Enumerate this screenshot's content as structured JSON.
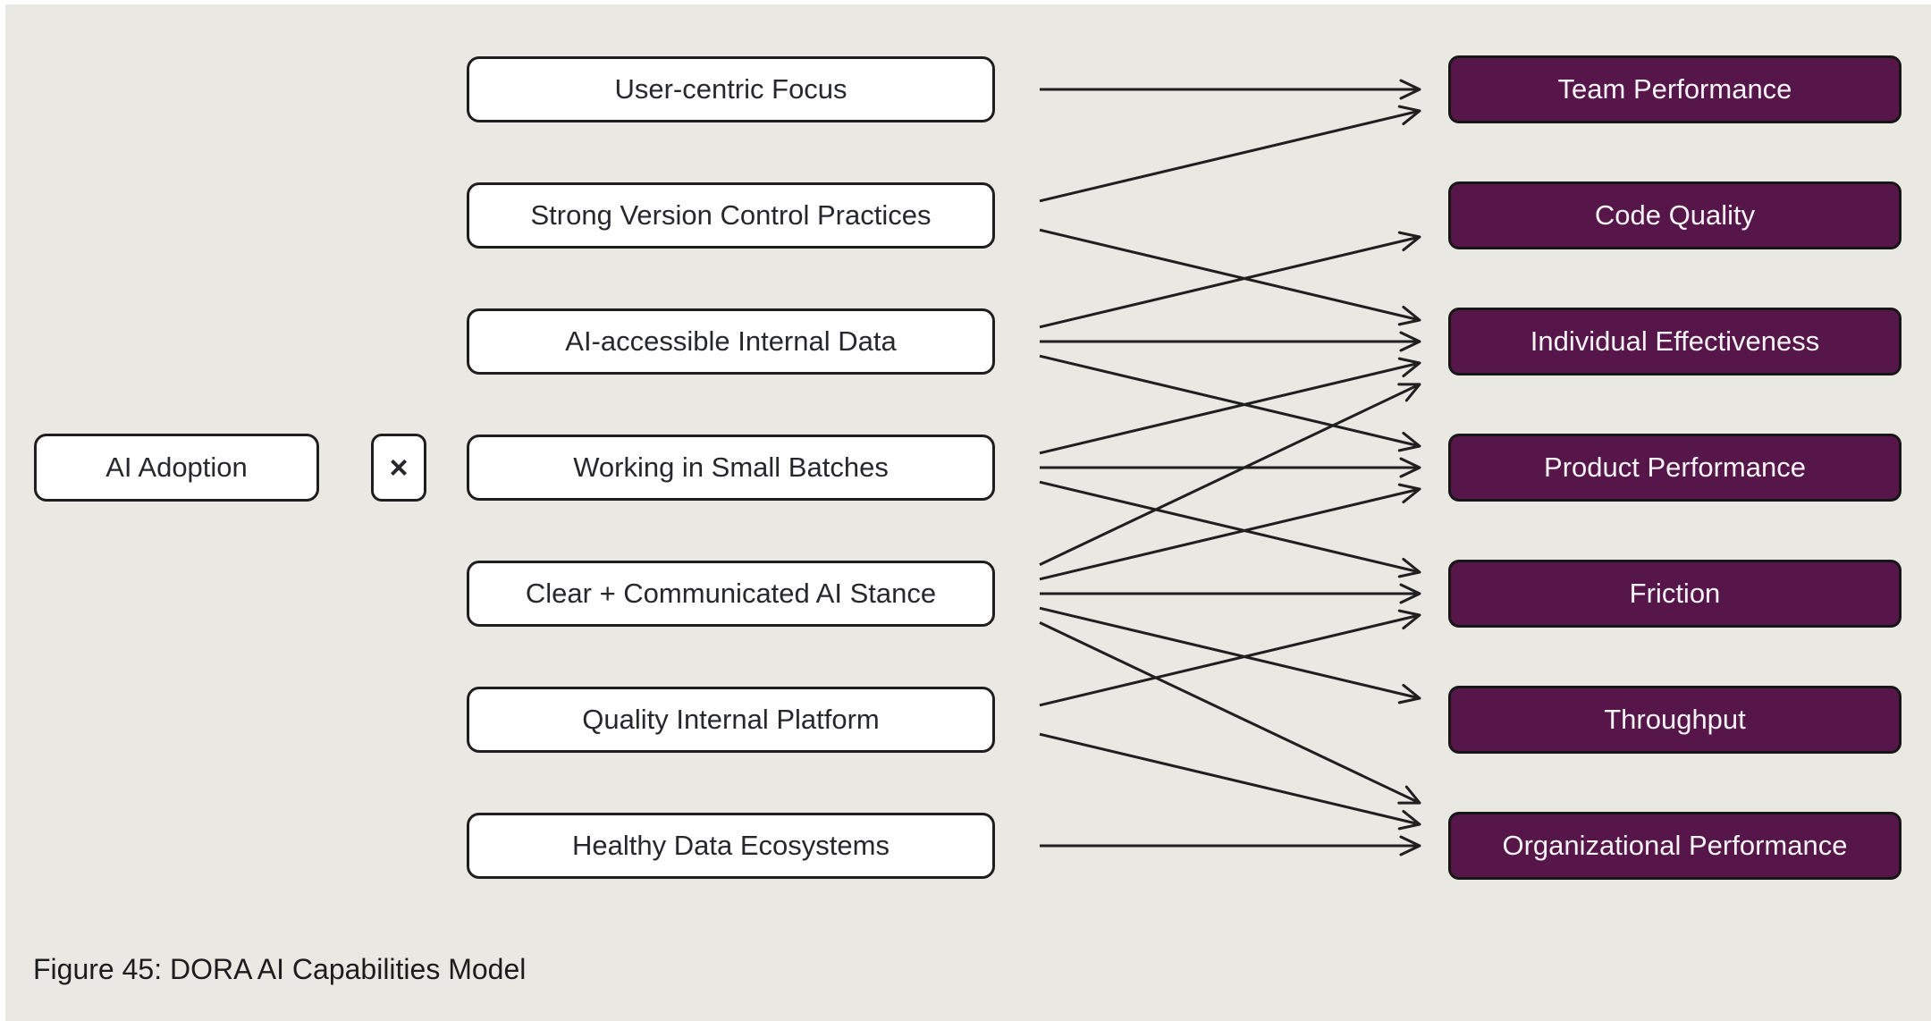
{
  "figure": {
    "caption": "Figure 45: DORA AI Capabilities Model"
  },
  "colors": {
    "page_margin": "#ffffff",
    "background": "#e9e8e3",
    "capability_fill": "#ffffff",
    "capability_border": "#1e1e1e",
    "capability_text": "#26282b",
    "outcome_fill": "#561649",
    "outcome_border": "#161616",
    "outcome_text": "#f6f3f6",
    "arrow": "#1f1f1f"
  },
  "adoption": {
    "label": "AI Adoption",
    "operator": "×"
  },
  "capabilities": [
    {
      "id": "user-centric-focus",
      "label": "User-centric Focus"
    },
    {
      "id": "strong-version-control-practices",
      "label": "Strong Version Control Practices"
    },
    {
      "id": "ai-accessible-internal-data",
      "label": "AI-accessible Internal Data"
    },
    {
      "id": "working-in-small-batches",
      "label": "Working in Small Batches"
    },
    {
      "id": "clear-communicated-ai-stance",
      "label": "Clear + Communicated AI Stance"
    },
    {
      "id": "quality-internal-platform",
      "label": "Quality Internal Platform"
    },
    {
      "id": "healthy-data-ecosystems",
      "label": "Healthy Data Ecosystems"
    }
  ],
  "outcomes": [
    {
      "id": "team-performance",
      "label": "Team Performance"
    },
    {
      "id": "code-quality",
      "label": "Code Quality"
    },
    {
      "id": "individual-effectiveness",
      "label": "Individual Effectiveness"
    },
    {
      "id": "product-performance",
      "label": "Product Performance"
    },
    {
      "id": "friction",
      "label": "Friction"
    },
    {
      "id": "throughput",
      "label": "Throughput"
    },
    {
      "id": "organizational-performance",
      "label": "Organizational Performance"
    }
  ],
  "edges": [
    {
      "from": "user-centric-focus",
      "to": "team-performance"
    },
    {
      "from": "strong-version-control-practices",
      "to": "team-performance"
    },
    {
      "from": "strong-version-control-practices",
      "to": "individual-effectiveness"
    },
    {
      "from": "ai-accessible-internal-data",
      "to": "code-quality"
    },
    {
      "from": "ai-accessible-internal-data",
      "to": "individual-effectiveness"
    },
    {
      "from": "ai-accessible-internal-data",
      "to": "product-performance"
    },
    {
      "from": "working-in-small-batches",
      "to": "individual-effectiveness"
    },
    {
      "from": "working-in-small-batches",
      "to": "product-performance"
    },
    {
      "from": "working-in-small-batches",
      "to": "friction"
    },
    {
      "from": "clear-communicated-ai-stance",
      "to": "individual-effectiveness"
    },
    {
      "from": "clear-communicated-ai-stance",
      "to": "product-performance"
    },
    {
      "from": "clear-communicated-ai-stance",
      "to": "friction"
    },
    {
      "from": "clear-communicated-ai-stance",
      "to": "throughput"
    },
    {
      "from": "clear-communicated-ai-stance",
      "to": "organizational-performance"
    },
    {
      "from": "quality-internal-platform",
      "to": "friction"
    },
    {
      "from": "quality-internal-platform",
      "to": "organizational-performance"
    },
    {
      "from": "healthy-data-ecosystems",
      "to": "organizational-performance"
    }
  ]
}
